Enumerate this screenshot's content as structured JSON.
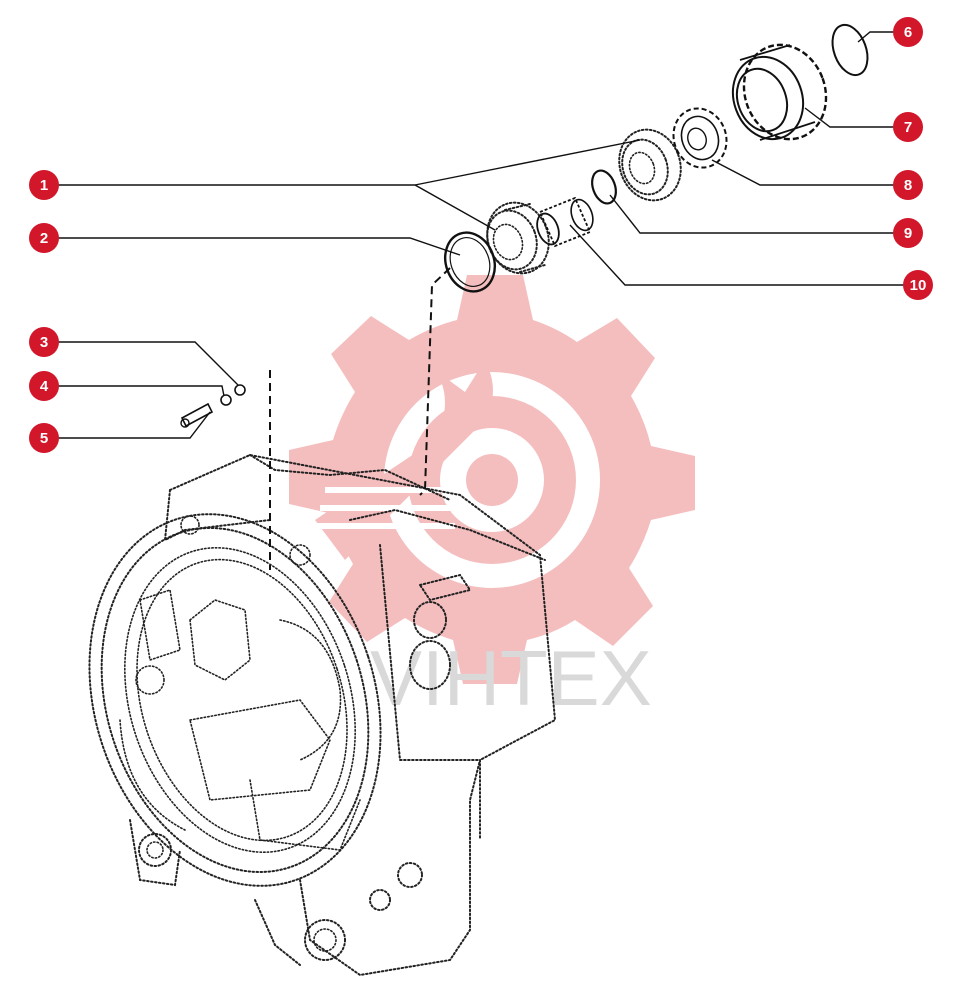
{
  "watermark": {
    "text": "VIHTEX",
    "color": "#d9d9d9",
    "gear_color": "#f4b3b3"
  },
  "callout_color": "#d3172b",
  "callouts": [
    {
      "id": "1",
      "label": "1"
    },
    {
      "id": "2",
      "label": "2"
    },
    {
      "id": "3",
      "label": "3"
    },
    {
      "id": "4",
      "label": "4"
    },
    {
      "id": "5",
      "label": "5"
    },
    {
      "id": "6",
      "label": "6"
    },
    {
      "id": "7",
      "label": "7"
    },
    {
      "id": "8",
      "label": "8"
    },
    {
      "id": "9",
      "label": "9"
    },
    {
      "id": "10",
      "label": "10"
    }
  ]
}
